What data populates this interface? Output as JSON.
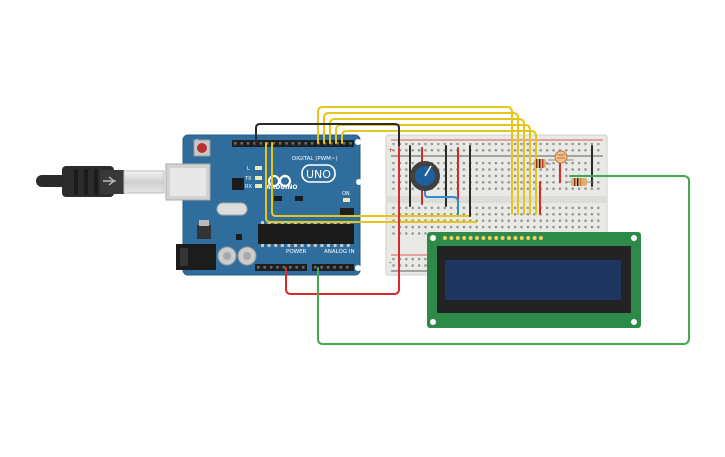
{
  "arduino": {
    "logo": "UNO",
    "brand": "ARDUINO",
    "digital_label": "DIGITAL (PWM~)",
    "power_label": "POWER",
    "analog_label": "ANALOG IN",
    "tx_label": "TX",
    "rx_label": "RX",
    "l_label": "L",
    "on_label": "ON",
    "color": "#2f6e9c"
  },
  "breadboard": {
    "plus": "+",
    "minus": "-",
    "color": "#e9e9e6"
  },
  "lcd": {
    "pcb_color": "#2e8a48",
    "screen_color": "#1e3561"
  },
  "wire_colors": {
    "yellow": "#e7c619",
    "red": "#d42b2b",
    "black": "#2b2b2b",
    "green": "#44a94f",
    "blue": "#2b8fd6"
  }
}
